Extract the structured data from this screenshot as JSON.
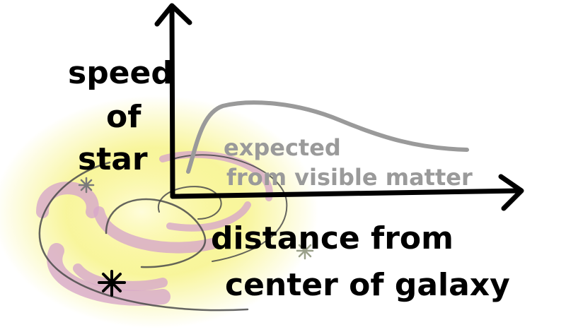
{
  "labels": {
    "y_axis": [
      "speed",
      "of",
      "star"
    ],
    "x_axis": [
      "distance from",
      "center of galaxy"
    ],
    "curve": [
      "expected",
      "from visible matter"
    ]
  },
  "colors": {
    "ink": "#000000",
    "curve": "#9a9a9a",
    "glow_yellow": "#f6f27a",
    "glow_pink": "#d7a7c9",
    "spiral": "#4a4a4a"
  },
  "markers": {
    "star_symbol": "*"
  }
}
